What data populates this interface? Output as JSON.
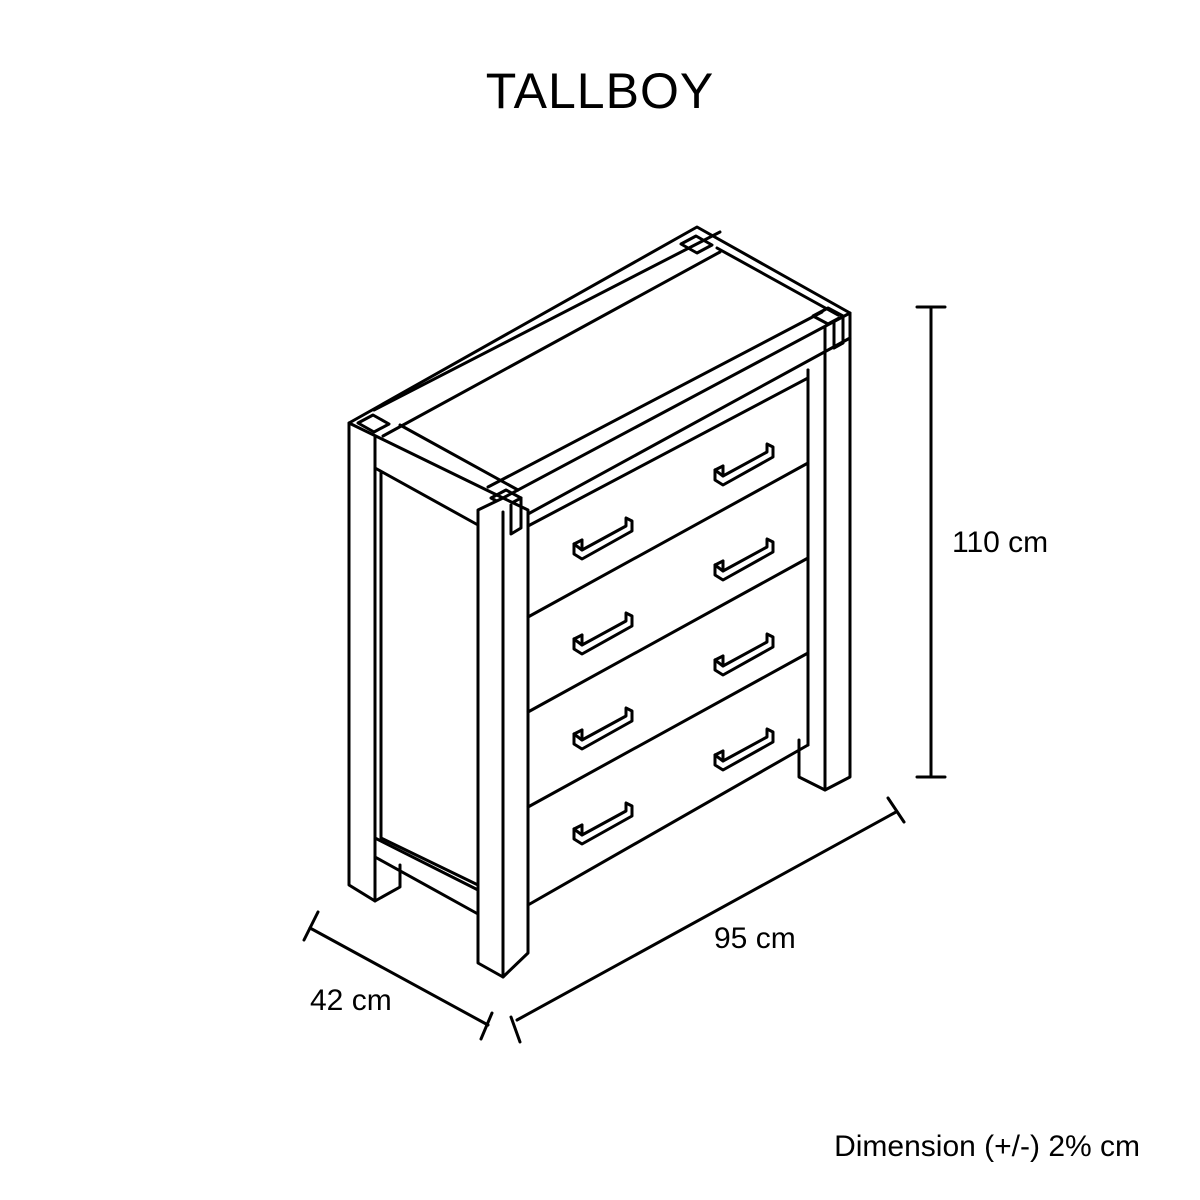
{
  "title": "TALLBOY",
  "dimensions": {
    "height": "110 cm",
    "width": "95 cm",
    "depth": "42 cm"
  },
  "note": "Dimension (+/-) 2% cm",
  "product": {
    "type": "tallboy chest of drawers",
    "drawer_count": 4,
    "handles_per_drawer_visible": 2
  },
  "colors": {
    "line": "#000000",
    "background": "#ffffff"
  }
}
